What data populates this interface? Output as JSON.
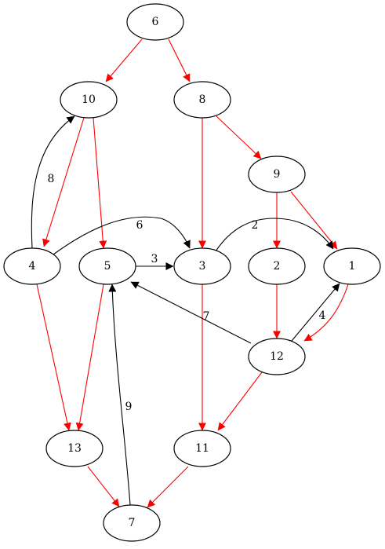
{
  "diagram": {
    "nodes": [
      {
        "id": "n6",
        "label": "6"
      },
      {
        "id": "n10",
        "label": "10"
      },
      {
        "id": "n8",
        "label": "8"
      },
      {
        "id": "n9",
        "label": "9"
      },
      {
        "id": "n4",
        "label": "4"
      },
      {
        "id": "n5",
        "label": "5"
      },
      {
        "id": "n3",
        "label": "3"
      },
      {
        "id": "n2",
        "label": "2"
      },
      {
        "id": "n1",
        "label": "1"
      },
      {
        "id": "n12",
        "label": "12"
      },
      {
        "id": "n13",
        "label": "13"
      },
      {
        "id": "n11",
        "label": "11"
      },
      {
        "id": "n7",
        "label": "7"
      }
    ],
    "edges": [
      {
        "from": "6",
        "to": "10",
        "color": "red",
        "label": ""
      },
      {
        "from": "6",
        "to": "8",
        "color": "red",
        "label": ""
      },
      {
        "from": "10",
        "to": "4",
        "color": "red",
        "label": ""
      },
      {
        "from": "10",
        "to": "5",
        "color": "red",
        "label": ""
      },
      {
        "from": "4",
        "to": "10",
        "color": "black",
        "label": "8"
      },
      {
        "from": "8",
        "to": "3",
        "color": "red",
        "label": ""
      },
      {
        "from": "8",
        "to": "9",
        "color": "red",
        "label": ""
      },
      {
        "from": "9",
        "to": "2",
        "color": "red",
        "label": ""
      },
      {
        "from": "9",
        "to": "1",
        "color": "red",
        "label": ""
      },
      {
        "from": "4",
        "to": "3",
        "color": "black",
        "label": "6"
      },
      {
        "from": "3",
        "to": "1",
        "color": "black",
        "label": "2"
      },
      {
        "from": "5",
        "to": "3",
        "color": "black",
        "label": "3"
      },
      {
        "from": "4",
        "to": "13",
        "color": "red",
        "label": ""
      },
      {
        "from": "5",
        "to": "13",
        "color": "red",
        "label": ""
      },
      {
        "from": "3",
        "to": "11",
        "color": "red",
        "label": ""
      },
      {
        "from": "12",
        "to": "5",
        "color": "black",
        "label": "7"
      },
      {
        "from": "2",
        "to": "12",
        "color": "red",
        "label": ""
      },
      {
        "from": "12",
        "to": "1",
        "color": "black",
        "label": "4"
      },
      {
        "from": "1",
        "to": "12",
        "color": "red",
        "label": ""
      },
      {
        "from": "12",
        "to": "11",
        "color": "red",
        "label": ""
      },
      {
        "from": "7",
        "to": "5",
        "color": "black",
        "label": "9"
      },
      {
        "from": "13",
        "to": "7",
        "color": "red",
        "label": ""
      },
      {
        "from": "11",
        "to": "7",
        "color": "red",
        "label": ""
      }
    ],
    "colors": {
      "red": "#ff0000",
      "black": "#000000"
    }
  }
}
